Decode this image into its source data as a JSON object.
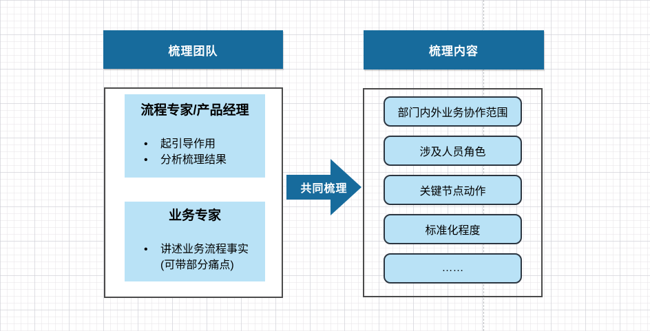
{
  "colors": {
    "primary_blue": "#176b9c",
    "light_blue_fill": "#b9e2f6",
    "container_border": "#4a4a4a",
    "item_border": "#2b3540",
    "guide_line": "#b8babd"
  },
  "left_panel": {
    "header": "梳理团队",
    "groups": [
      {
        "title": "流程专家/产品经理",
        "bullets": [
          "起引导作用",
          "分析梳理结果"
        ]
      },
      {
        "title": "业务专家",
        "bullets": [
          "讲述业务流程事实"
        ],
        "note": "(可带部分痛点)"
      }
    ]
  },
  "arrow": {
    "label": "共同梳理"
  },
  "right_panel": {
    "header": "梳理内容",
    "items": [
      "部门内外业务协作范围",
      "涉及人员角色",
      "关键节点动作",
      "标准化程度",
      "……"
    ]
  },
  "bullet_glyph": "•"
}
